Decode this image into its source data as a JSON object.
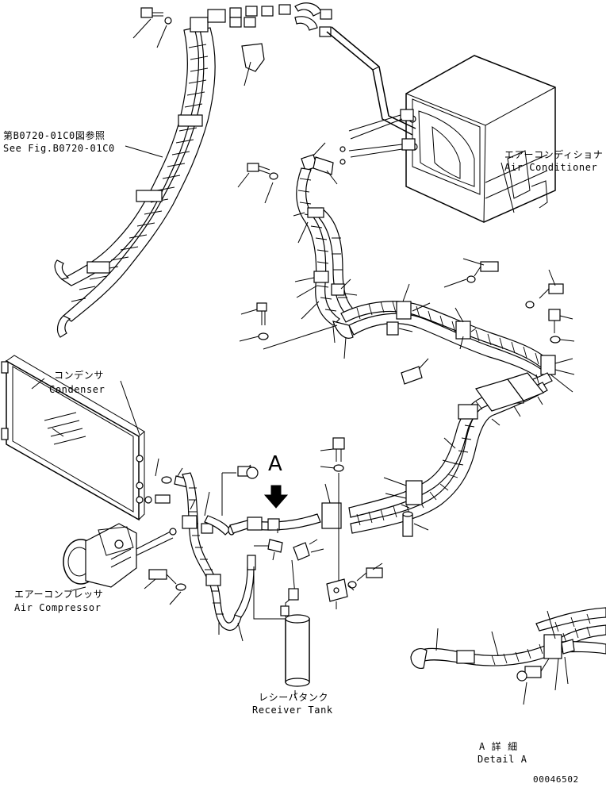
{
  "labels": {
    "see_fig_jp": "第B0720-01C0図参照",
    "see_fig_en": "See Fig.B0720-01C0",
    "air_conditioner_jp": "エアーコンディショナ",
    "air_conditioner_en": "Air Conditioner",
    "condenser_jp": "コンデンサ",
    "condenser_en": "Condenser",
    "air_compressor_jp": "エアーコンプレッサ",
    "air_compressor_en": "Air Compressor",
    "receiver_tank_jp": "レシーバタンク",
    "receiver_tank_en": "Receiver Tank",
    "detail_jp": "A 詳 細",
    "detail_en": "Detail A",
    "view_marker": "A",
    "drawing_number": "00046502"
  }
}
